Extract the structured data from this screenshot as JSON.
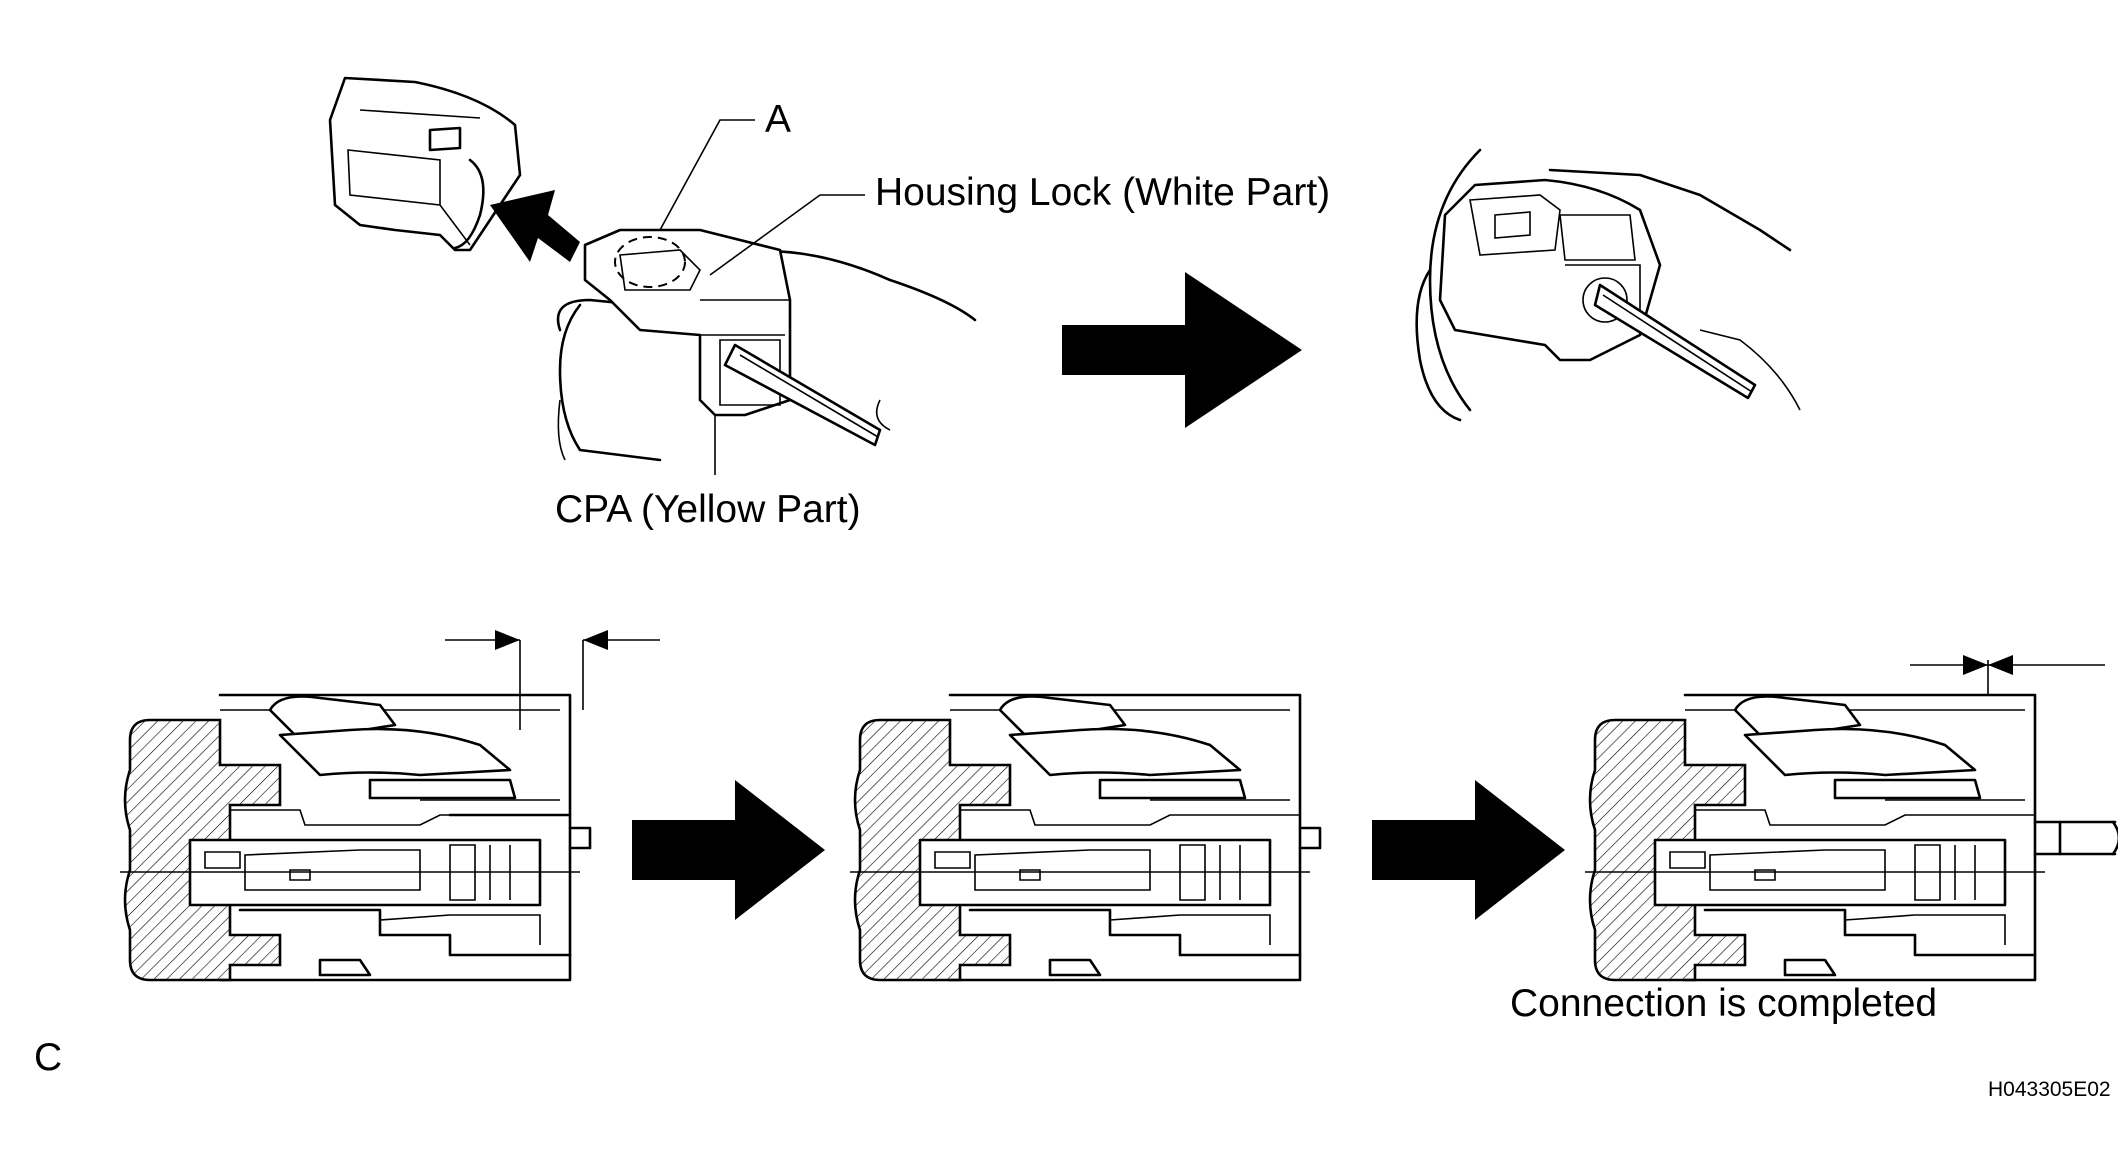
{
  "labels": {
    "a": "A",
    "housing_lock": "Housing Lock (White Part)",
    "cpa": "CPA (Yellow Part)",
    "connection": "Connection is completed",
    "view": "C",
    "code": "H043305E02"
  },
  "icons": {
    "step_arrow": "arrow-right-icon",
    "insert_arrow": "arrow-left-icon"
  },
  "colors": {
    "line": "#000000",
    "background": "#ffffff"
  }
}
